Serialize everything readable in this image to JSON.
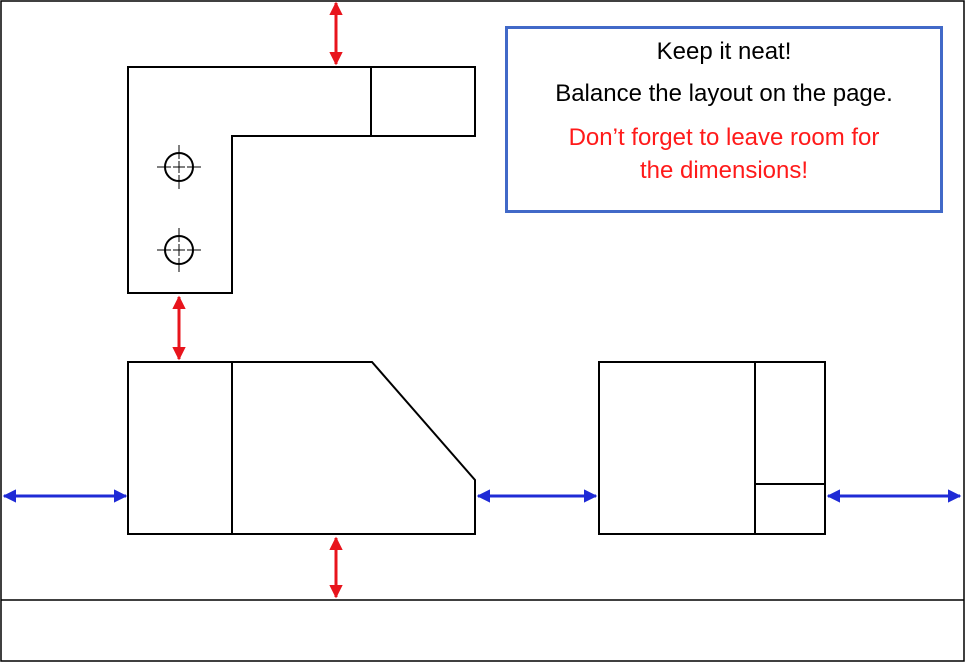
{
  "note": {
    "line1": "Keep it neat!",
    "line2": "Balance the layout on the page.",
    "warning_line1": "Don’t forget to leave room for",
    "warning_line2": "the dimensions!"
  },
  "colors": {
    "outline": "#000000",
    "vertical_spacing_arrow": "#e8141c",
    "horizontal_spacing_arrow": "#1f2bd6",
    "note_border": "#4169c8",
    "warning_text": "#ff1a1a"
  },
  "views": [
    "top-view",
    "front-view",
    "right-side-view"
  ],
  "holes": 2,
  "icons": [
    "double-headed-arrow-icon",
    "centerline-crosshair-icon"
  ]
}
